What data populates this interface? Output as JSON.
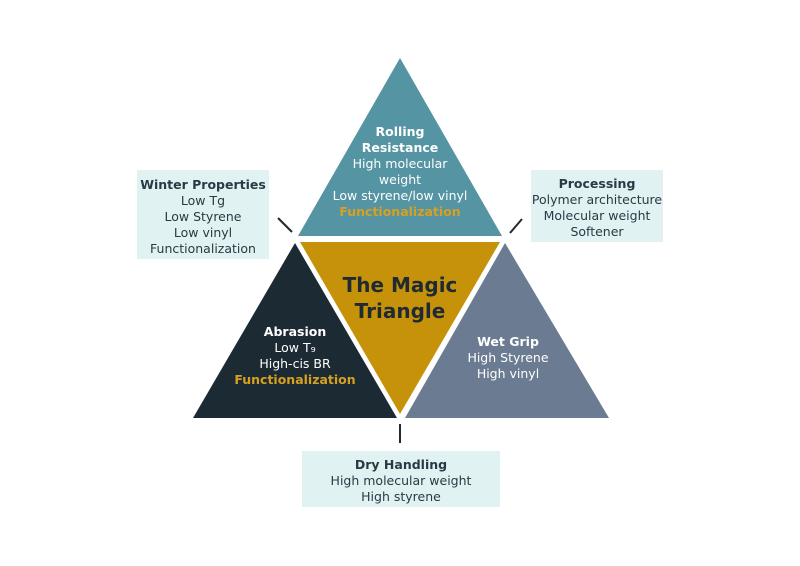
{
  "colors": {
    "top_triangle": "#5594a2",
    "left_triangle": "#1c2a34",
    "right_triangle": "#6b7b91",
    "center_triangle": "#c6920a",
    "accent_text": "#d8a020",
    "box_background": "#e1f2f2",
    "connector": "#1f2a33"
  },
  "center": {
    "line1": "The Magic",
    "line2": "Triangle"
  },
  "rolling_resistance": {
    "title_line1": "Rolling",
    "title_line2": "Resistance",
    "items": [
      "High molecular",
      "weight",
      "Low styrene/low vinyl"
    ],
    "highlight": "Functionalization"
  },
  "abrasion": {
    "title": "Abrasion",
    "items": [
      "Low T₉",
      "High-cis BR"
    ],
    "highlight": "Functionalization"
  },
  "wet_grip": {
    "title": "Wet Grip",
    "items": [
      "High Styrene",
      "High vinyl"
    ]
  },
  "winter_properties": {
    "title": "Winter Properties",
    "items": [
      "Low Tg",
      "Low Styrene",
      "Low vinyl",
      "Functionalization"
    ]
  },
  "processing": {
    "title": "Processing",
    "items": [
      "Polymer architecture",
      "Molecular weight",
      "Softener"
    ]
  },
  "dry_handling": {
    "title": "Dry Handling",
    "items": [
      "High molecular weight",
      "High styrene"
    ]
  }
}
